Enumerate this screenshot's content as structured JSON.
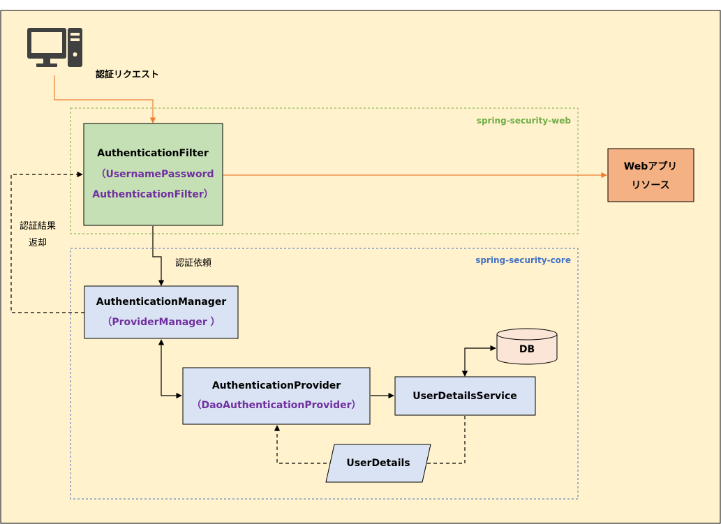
{
  "colors": {
    "page_bg": "#FFF2CC",
    "web_green": "#70AD47",
    "core_blue": "#4472C4",
    "filter_fill": "#C5E0B4",
    "core_fill": "#DAE3F3",
    "resource_fill": "#F4B183",
    "db_fill": "#FBE5D6",
    "purple_text": "#7030A0",
    "orange_arrow": "#ED7D31"
  },
  "client": {
    "icon": "desktop-computer-icon",
    "label": "認証リクエスト"
  },
  "zones": {
    "web": {
      "label": "spring-security-web"
    },
    "core": {
      "label": "spring-security-core"
    }
  },
  "nodes": {
    "filter": {
      "title": "AuthenticationFilter",
      "impl_line1": "（UsernamePassword",
      "impl_line2": "AuthenticationFilter）"
    },
    "resource": {
      "line1": "Webアプリ",
      "line2": "リソース"
    },
    "manager": {
      "title": "AuthenticationManager",
      "impl": "（ProviderManager ）"
    },
    "provider": {
      "title": "AuthenticationProvider",
      "impl": "（DaoAuthenticationProvider）"
    },
    "service": {
      "title": "UserDetailsService"
    },
    "db": {
      "label": "DB"
    },
    "details": {
      "label": "UserDetails"
    }
  },
  "edge_labels": {
    "result_line1": "認証結果",
    "result_line2": "返却",
    "delegate": "認証依頼"
  }
}
